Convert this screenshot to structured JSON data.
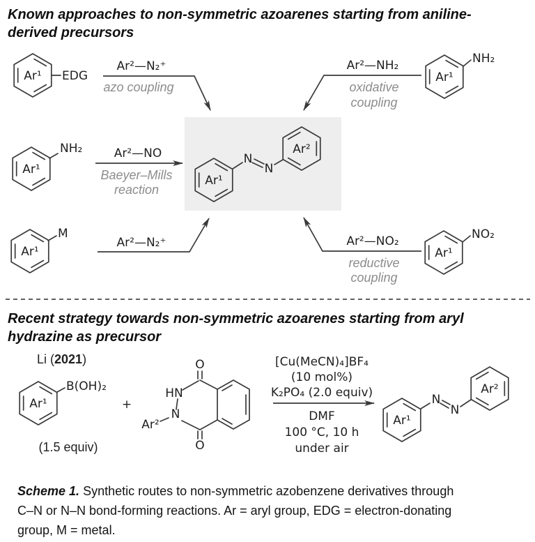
{
  "heading1": {
    "line1": "Known approaches to non-symmetric azoarenes starting from aniline-",
    "line2": "derived precursors"
  },
  "heading2": {
    "line1": "Recent strategy towards non-symmetric azoarenes starting from aryl",
    "line2": "hydrazine as precursor"
  },
  "labels": {
    "ar1": "Ar¹",
    "ar2": "Ar²",
    "n": "N",
    "hn": "HN",
    "o": "O",
    "plus": "+"
  },
  "top_scheme": {
    "substrates": {
      "edg": "EDG",
      "nh2_left": "NH₂",
      "nh2_right": "NH₂",
      "m": "M",
      "no2": "NO₂"
    },
    "routes": {
      "azo": {
        "reagent": "Ar²—N₂⁺",
        "name": "azo coupling"
      },
      "oxidative": {
        "reagent": "Ar²—NH₂",
        "name1": "oxidative",
        "name2": "coupling"
      },
      "baeyer": {
        "reagent": "Ar²—NO",
        "name1": "Baeyer–Mills",
        "name2": "reaction"
      },
      "metal": {
        "reagent": "Ar²—N₂⁺"
      },
      "reductive": {
        "reagent": "Ar²—NO₂",
        "name1": "reductive",
        "name2": "coupling"
      }
    }
  },
  "bottom_scheme": {
    "ref": {
      "prefix": "Li (",
      "year": "2021",
      "suffix": ")"
    },
    "boronic": "B(OH)₂",
    "equiv": "(1.5 equiv)",
    "conditions_above": [
      "[Cu(MeCN)₄]BF₄",
      "(10 mol%)",
      "K₂PO₄ (2.0 equiv)"
    ],
    "conditions_below": [
      "DMF",
      "100 °C, 10 h",
      "under air"
    ]
  },
  "caption": {
    "label": "Scheme 1.",
    "line1_rest": " Synthetic routes to non-symmetric azobenzene derivatives through",
    "line2": "C–N or N–N bond-forming reactions. Ar = aryl group, EDG = electron-donating",
    "line3": "group, M = metal."
  },
  "colors": {
    "structure": "#3a3a3a",
    "gray_label": "#8c8c8c",
    "highlight_box": "#eeeeee",
    "text": "#1f1f1f"
  }
}
